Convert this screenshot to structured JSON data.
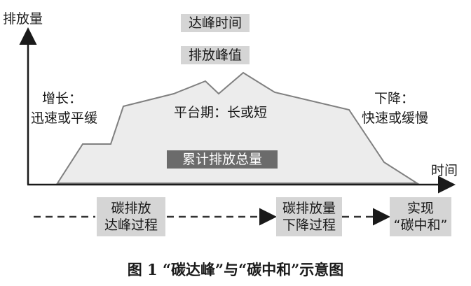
{
  "axes": {
    "y_label": "排放量",
    "x_label": "时间"
  },
  "labels": {
    "peak_time": "达峰时间",
    "peak_value": "排放峰值",
    "growth_line1": "增长：",
    "growth_line2": "迅速或平缓",
    "plateau": "平台期：长或短",
    "decline_line1": "下降：",
    "decline_line2": "快速或缓慢",
    "cumulative": "累计排放总量"
  },
  "process": {
    "step1": [
      "碳排放",
      "达峰过程"
    ],
    "step2": [
      "碳排放量",
      "下降过程"
    ],
    "step3": [
      "实现",
      "“碳中和”"
    ]
  },
  "caption": "图 1 “碳达峰”与“碳中和”示意图",
  "colors": {
    "area_fill": "#ececec",
    "area_stroke": "#808080",
    "box_fill": "#d5d5d5",
    "dark_box_fill": "#6b6b6b"
  }
}
